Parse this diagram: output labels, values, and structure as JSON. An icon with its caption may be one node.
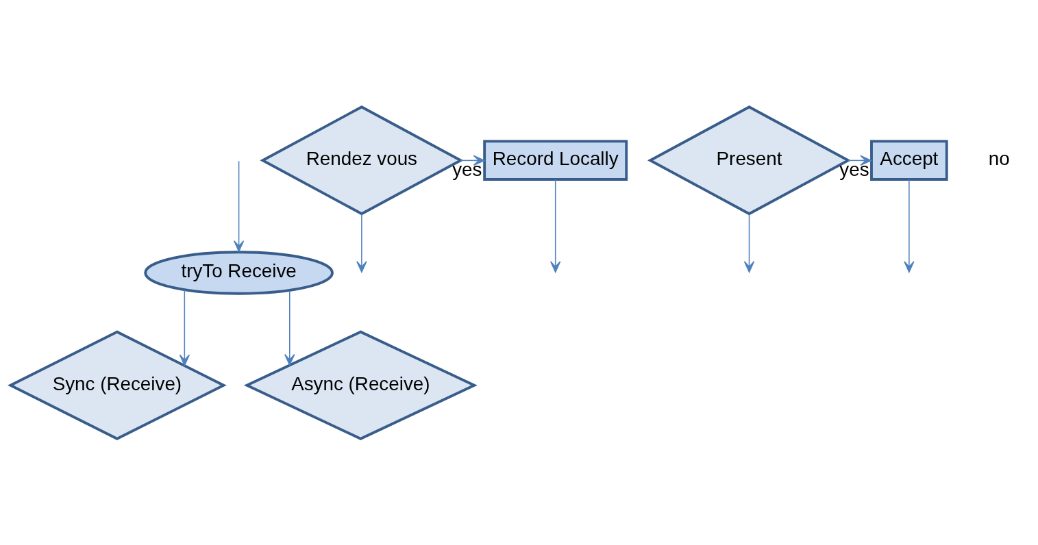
{
  "diagram": {
    "nodes": [
      {
        "text": [
          "tryTo Receive"
        ]
      },
      {
        "text": [
          "Sync (Receive)"
        ]
      },
      {
        "text": [
          "Async (Receive)"
        ]
      },
      {
        "text": [
          "Rendez vous"
        ]
      },
      {
        "text": [
          "Present"
        ]
      },
      {
        "text": [
          "Record Locally"
        ]
      },
      {
        "text": [
          "Accept"
        ]
      }
    ],
    "edges": [
      {
        "from": null,
        "to": 0,
        "arrow": "to"
      },
      {
        "from": 0,
        "to": 1,
        "arrow": "to"
      },
      {
        "from": 0,
        "to": 2,
        "arrow": "to"
      },
      {
        "from": 3,
        "to": 5,
        "arrow": "to",
        "label": "yes"
      },
      {
        "from": 4,
        "to": 6,
        "arrow": "to",
        "label": "yes"
      },
      {
        "from": 5,
        "to": null,
        "arrow": "to"
      },
      {
        "from": 3,
        "to": null,
        "arrow": "to"
      },
      {
        "from": 4,
        "to": null,
        "arrow": "to"
      },
      {
        "from": 6,
        "to": null,
        "arrow": "to"
      }
    ],
    "labels": [
      "no"
    ]
  }
}
